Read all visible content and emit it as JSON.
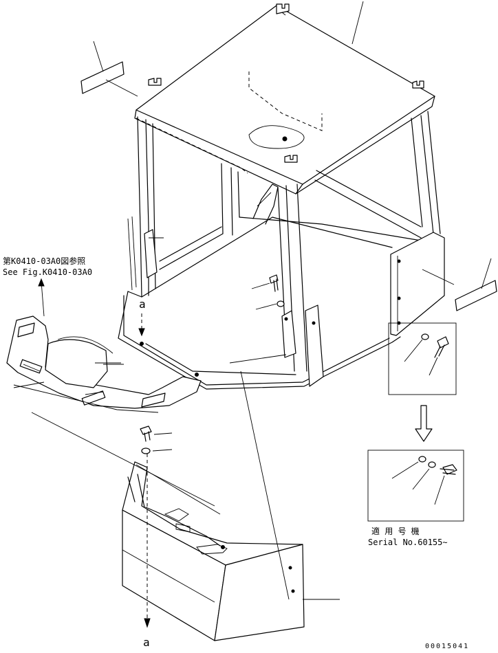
{
  "reference_note": {
    "line1": "第K0410-03A0図参照",
    "line2": "See Fig.K0410-03A0"
  },
  "serial_note": {
    "line1": "適 用 号 機",
    "line2": "Serial No.60155∼"
  },
  "arrow_labels": {
    "upper": "a",
    "lower": "a"
  },
  "drawing_number": "00015041"
}
